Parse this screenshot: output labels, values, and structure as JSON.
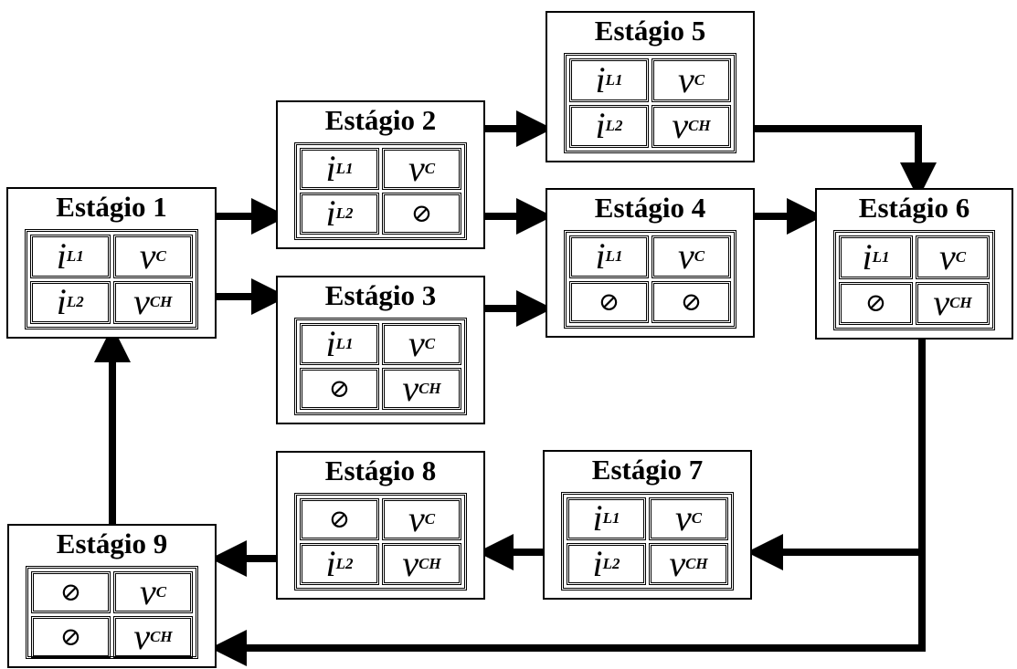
{
  "diagram": {
    "stages": [
      {
        "title": "Estágio 1",
        "cells": [
          {
            "sym": "i",
            "sub": "L1"
          },
          {
            "sym": "v",
            "sub": "C"
          },
          {
            "sym": "i",
            "sub": "L2"
          },
          {
            "sym": "v",
            "sub": "CH"
          }
        ]
      },
      {
        "title": "Estágio 2",
        "cells": [
          {
            "sym": "i",
            "sub": "L1"
          },
          {
            "sym": "v",
            "sub": "C"
          },
          {
            "sym": "i",
            "sub": "L2"
          },
          {
            "null": "⊘"
          }
        ]
      },
      {
        "title": "Estágio 3",
        "cells": [
          {
            "sym": "i",
            "sub": "L1"
          },
          {
            "sym": "v",
            "sub": "C"
          },
          {
            "null": "⊘"
          },
          {
            "sym": "v",
            "sub": "CH"
          }
        ]
      },
      {
        "title": "Estágio 4",
        "cells": [
          {
            "sym": "i",
            "sub": "L1"
          },
          {
            "sym": "v",
            "sub": "C"
          },
          {
            "null": "⊘"
          },
          {
            "null": "⊘"
          }
        ]
      },
      {
        "title": "Estágio 5",
        "cells": [
          {
            "sym": "i",
            "sub": "L1"
          },
          {
            "sym": "v",
            "sub": "C"
          },
          {
            "sym": "i",
            "sub": "L2"
          },
          {
            "sym": "v",
            "sub": "CH"
          }
        ]
      },
      {
        "title": "Estágio 6",
        "cells": [
          {
            "sym": "i",
            "sub": "L1"
          },
          {
            "sym": "v",
            "sub": "C"
          },
          {
            "null": "⊘"
          },
          {
            "sym": "v",
            "sub": "CH"
          }
        ]
      },
      {
        "title": "Estágio 7",
        "cells": [
          {
            "sym": "i",
            "sub": "L1"
          },
          {
            "sym": "v",
            "sub": "C"
          },
          {
            "sym": "i",
            "sub": "L2"
          },
          {
            "sym": "v",
            "sub": "CH"
          }
        ]
      },
      {
        "title": "Estágio 8",
        "cells": [
          {
            "null": "⊘"
          },
          {
            "sym": "v",
            "sub": "C"
          },
          {
            "sym": "i",
            "sub": "L2"
          },
          {
            "sym": "v",
            "sub": "CH"
          }
        ]
      },
      {
        "title": "Estágio 9",
        "cells": [
          {
            "null": "⊘"
          },
          {
            "sym": "v",
            "sub": "C"
          },
          {
            "null": "⊘"
          },
          {
            "sym": "v",
            "sub": "CH"
          }
        ]
      }
    ],
    "transitions": [
      {
        "from": "Estágio 1",
        "to": "Estágio 2"
      },
      {
        "from": "Estágio 1",
        "to": "Estágio 3"
      },
      {
        "from": "Estágio 2",
        "to": "Estágio 5"
      },
      {
        "from": "Estágio 2",
        "to": "Estágio 4"
      },
      {
        "from": "Estágio 3",
        "to": "Estágio 4"
      },
      {
        "from": "Estágio 5",
        "to": "Estágio 6"
      },
      {
        "from": "Estágio 4",
        "to": "Estágio 6"
      },
      {
        "from": "Estágio 6",
        "to": "Estágio 7"
      },
      {
        "from": "Estágio 6",
        "to": "Estágio 9"
      },
      {
        "from": "Estágio 7",
        "to": "Estágio 8"
      },
      {
        "from": "Estágio 8",
        "to": "Estágio 9"
      },
      {
        "from": "Estágio 9",
        "to": "Estágio 1"
      }
    ]
  }
}
